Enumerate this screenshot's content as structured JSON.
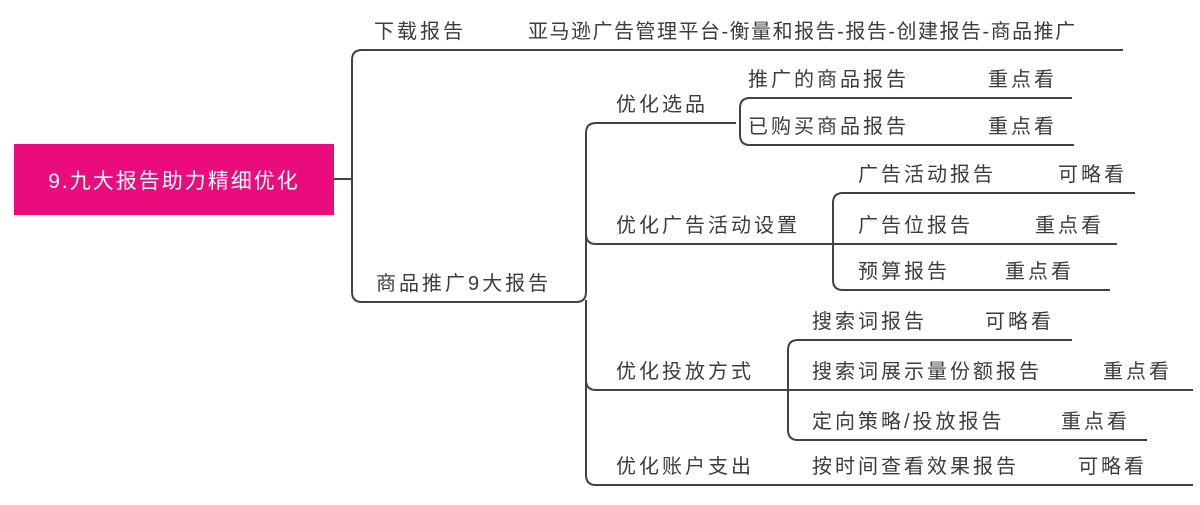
{
  "colors": {
    "canvas_bg": "#ffffff",
    "root_bg": "#ea0c7d",
    "root_text": "#ffffff",
    "line": "#424242",
    "text": "#3c3c3c"
  },
  "root": {
    "label": "9.九大报告助力精细优化"
  },
  "top_branch": {
    "label": "下载报告",
    "path": {
      "label": "亚马逊广告管理平台-衡量和报告-报告-创建报告-商品推广"
    }
  },
  "main_branch": {
    "label": "商品推广9大报告",
    "groups": [
      {
        "label": "优化选品",
        "children": [
          {
            "label": "推广的商品报告",
            "tag": "重点看"
          },
          {
            "label": "已购买商品报告",
            "tag": "重点看"
          }
        ]
      },
      {
        "label": "优化广告活动设置",
        "children": [
          {
            "label": "广告活动报告",
            "tag": "可略看"
          },
          {
            "label": "广告位报告",
            "tag": "重点看"
          },
          {
            "label": "预算报告",
            "tag": "重点看"
          }
        ]
      },
      {
        "label": "优化投放方式",
        "children": [
          {
            "label": "搜索词报告",
            "tag": "可略看"
          },
          {
            "label": "搜索词展示量份额报告",
            "tag": "重点看"
          },
          {
            "label": "定向策略/投放报告",
            "tag": "重点看"
          }
        ]
      },
      {
        "label": "优化账户支出",
        "children": [
          {
            "label": "按时间查看效果报告",
            "tag": "可略看"
          }
        ]
      }
    ]
  }
}
